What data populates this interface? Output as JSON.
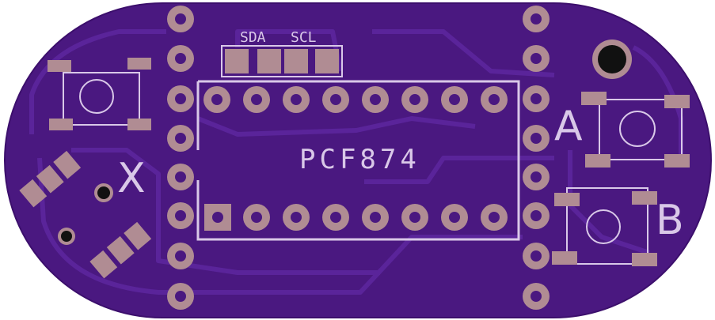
{
  "board": {
    "chip_label": "PCF874",
    "sda_label": "SDA",
    "scl_label": "SCL",
    "button_a_label": "A",
    "button_b_label": "B",
    "button_x_label": "X"
  },
  "colors": {
    "board_purple": "#4a1880",
    "board_edge": "#3c0f6c",
    "trace_purple": "#5a249a",
    "pad_copper": "#b08c93",
    "silkscreen": "#d9c8e8",
    "drill_hole": "#111111"
  },
  "icons": {
    "pad": "copper-pad-icon",
    "drill": "drill-hole-icon",
    "button": "tactile-switch-icon"
  }
}
